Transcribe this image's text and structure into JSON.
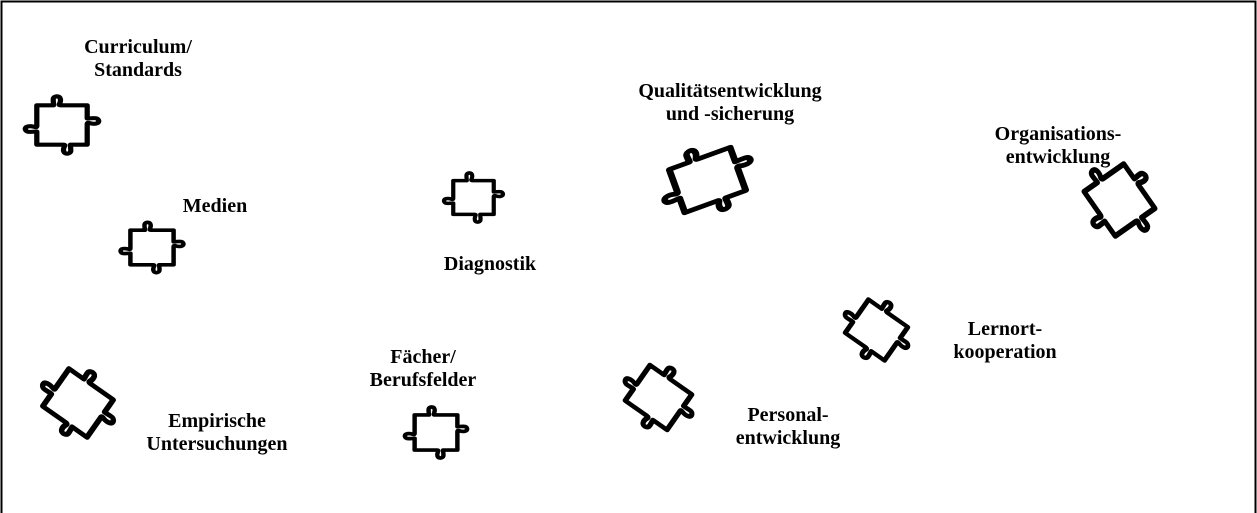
{
  "colors": {
    "ink": "#000000",
    "background": "#ffffff"
  },
  "topics": {
    "curriculum": {
      "icon": "puzzle-piece-icon",
      "lines": [
        "Curriculum/",
        "Standards"
      ]
    },
    "medien": {
      "icon": "puzzle-piece-icon",
      "lines": [
        "Medien"
      ]
    },
    "empirische": {
      "icon": "puzzle-piece-icon",
      "lines": [
        "Empirische",
        "Untersuchungen"
      ]
    },
    "diagnostik": {
      "icon": "puzzle-piece-icon",
      "lines": [
        "Diagnostik"
      ]
    },
    "faecher": {
      "icon": "puzzle-piece-icon",
      "lines": [
        "Fächer/",
        "Berufsfelder"
      ]
    },
    "qualitaet": {
      "icon": "puzzle-piece-icon",
      "lines": [
        "Qualitätsentwicklung",
        "und -sicherung"
      ]
    },
    "personal": {
      "icon": "puzzle-piece-icon",
      "lines": [
        "Personal-",
        "entwicklung"
      ]
    },
    "organisation": {
      "icon": "puzzle-piece-icon",
      "lines": [
        "Organisations-",
        "entwicklung"
      ]
    },
    "lernort": {
      "icon": "puzzle-piece-icon",
      "lines": [
        "Lernort-",
        "kooperation"
      ]
    }
  }
}
